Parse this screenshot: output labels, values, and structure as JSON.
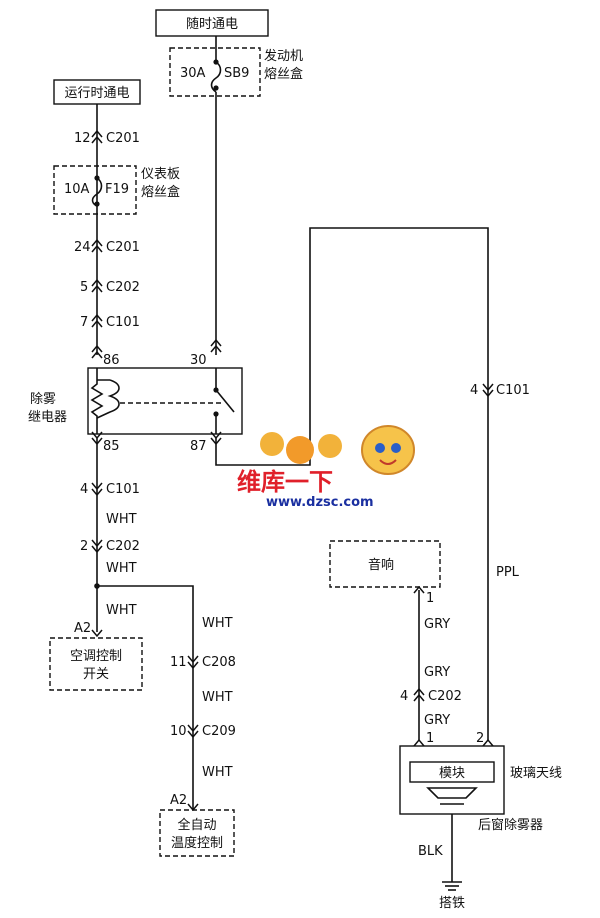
{
  "power": {
    "always_on": "随时通电",
    "run_on": "运行时通电"
  },
  "fuses": {
    "sb9": {
      "rating": "30A",
      "id": "SB9",
      "box_line1": "发动机",
      "box_line2": "熔丝盒"
    },
    "f19": {
      "rating": "10A",
      "id": "F19",
      "box_line1": "仪表板",
      "box_line2": "熔丝盒"
    }
  },
  "connectors": {
    "left_c201_a": {
      "pin": "12",
      "name": "C201"
    },
    "left_c201_b": {
      "pin": "24",
      "name": "C201"
    },
    "left_c202_a": {
      "pin": "5",
      "name": "C202"
    },
    "left_c101_a": {
      "pin": "7",
      "name": "C101"
    },
    "left_c101_b": {
      "pin": "4",
      "name": "C101"
    },
    "left_c202_b": {
      "pin": "2",
      "name": "C202"
    },
    "mid_c208": {
      "pin": "11",
      "name": "C208"
    },
    "mid_c209": {
      "pin": "10",
      "name": "C209"
    },
    "right_c101": {
      "pin": "4",
      "name": "C101"
    },
    "right_c202": {
      "pin": "4",
      "name": "C202"
    }
  },
  "relay": {
    "label_line1": "除雾",
    "label_line2": "继电器",
    "pin_86": "86",
    "pin_30": "30",
    "pin_85": "85",
    "pin_87": "87"
  },
  "wires": {
    "wht1": "WHT",
    "wht2": "WHT",
    "wht3": "WHT",
    "wht4": "WHT",
    "wht5": "WHT",
    "wht6": "WHT",
    "ppl": "PPL",
    "gry1": "GRY",
    "gry2": "GRY",
    "gry3": "GRY",
    "blk": "BLK"
  },
  "components": {
    "ac_switch": {
      "pin": "A2",
      "line1": "空调控制",
      "line2": "开关"
    },
    "auto_temp": {
      "pin": "A2",
      "line1": "全自动",
      "line2": "温度控制"
    },
    "audio": {
      "label": "音响",
      "pin": "1"
    },
    "module": {
      "label": "模块",
      "pin1": "1",
      "pin2": "2",
      "antenna": "玻璃天线",
      "defogger": "后窗除雾器"
    },
    "ground": "搭铁"
  },
  "watermark": {
    "line1": "维库一下",
    "url": "www.dzsc.com"
  }
}
